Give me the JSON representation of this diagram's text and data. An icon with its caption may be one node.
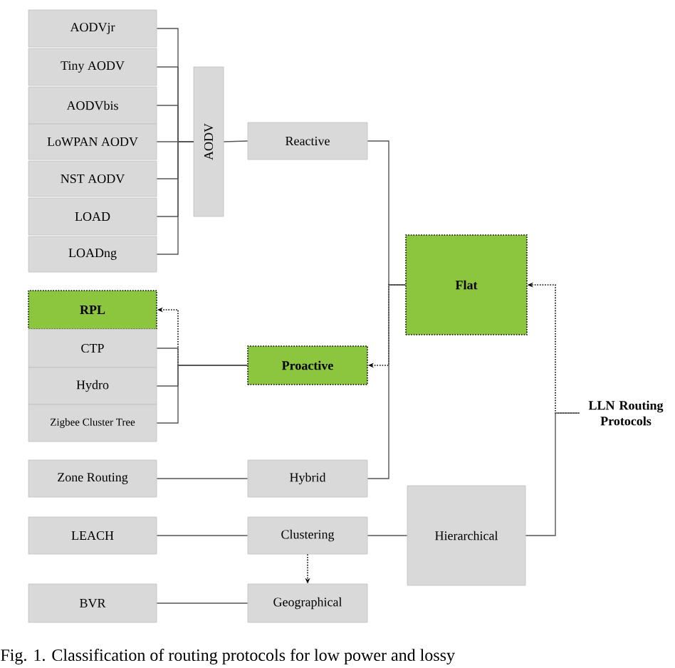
{
  "diagram": {
    "caption": "Fig. 1.   Classification of routing protocols for low power and lossy",
    "nodes": [
      {
        "text": [
          "AODVjr"
        ]
      },
      {
        "text": [
          "Tiny AODV"
        ]
      },
      {
        "text": [
          "AODVbis"
        ]
      },
      {
        "text": [
          "LoWPAN AODV"
        ]
      },
      {
        "text": [
          "NST AODV"
        ]
      },
      {
        "text": [
          "LOAD"
        ]
      },
      {
        "text": [
          "LOADng"
        ]
      },
      {
        "text": [
          "AODV"
        ]
      },
      {
        "text": [
          "Reactive"
        ]
      },
      {
        "text": [
          "Flat"
        ]
      },
      {
        "text": [
          "RPL"
        ]
      },
      {
        "text": [
          "CTP"
        ]
      },
      {
        "text": [
          "Hydro"
        ]
      },
      {
        "text": [
          "Zigbee Cluster Tree"
        ]
      },
      {
        "text": [
          "Proactive"
        ]
      },
      {
        "text": [
          "LLN Routing Protocols"
        ]
      },
      {
        "text": [
          "Zone Routing"
        ]
      },
      {
        "text": [
          "Hybrid"
        ]
      },
      {
        "text": [
          "LEACH"
        ]
      },
      {
        "text": [
          "Clustering"
        ]
      },
      {
        "text": [
          "Hierarchical"
        ]
      },
      {
        "text": [
          "BVR"
        ]
      },
      {
        "text": [
          "Geographical"
        ]
      }
    ],
    "edges": [
      {
        "from": 0,
        "to": 7,
        "arrow": "none"
      },
      {
        "from": 1,
        "to": 7,
        "arrow": "none"
      },
      {
        "from": 2,
        "to": 7,
        "arrow": "none"
      },
      {
        "from": 3,
        "to": 7,
        "arrow": "none"
      },
      {
        "from": 4,
        "to": 7,
        "arrow": "none"
      },
      {
        "from": 5,
        "to": 7,
        "arrow": "none"
      },
      {
        "from": 6,
        "to": 7,
        "arrow": "none"
      },
      {
        "from": 7,
        "to": 8,
        "arrow": "none"
      },
      {
        "from": 8,
        "to": 9,
        "arrow": "none"
      },
      {
        "from": 9,
        "to": 14,
        "arrow": "to",
        "style": "dashed"
      },
      {
        "from": 17,
        "to": 9,
        "arrow": "none"
      },
      {
        "from": 14,
        "to": 10,
        "arrow": "to",
        "style": "dashed"
      },
      {
        "from": 11,
        "to": 14,
        "arrow": "none"
      },
      {
        "from": 12,
        "to": 14,
        "arrow": "none"
      },
      {
        "from": 13,
        "to": 14,
        "arrow": "none"
      },
      {
        "from": 15,
        "to": 9,
        "arrow": "to",
        "style": "dashed"
      },
      {
        "from": 20,
        "to": 15,
        "arrow": "none"
      },
      {
        "from": 16,
        "to": 17,
        "arrow": "none"
      },
      {
        "from": 18,
        "to": 19,
        "arrow": "none"
      },
      {
        "from": 19,
        "to": 20,
        "arrow": "none"
      },
      {
        "from": 19,
        "to": 22,
        "arrow": "to",
        "style": "dashed"
      },
      {
        "from": 21,
        "to": 22,
        "arrow": "none"
      }
    ]
  }
}
